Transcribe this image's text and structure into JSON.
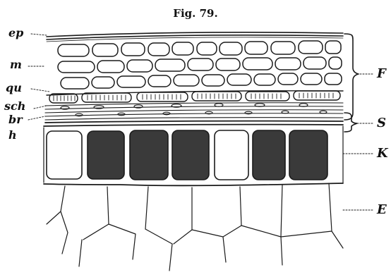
{
  "figure": {
    "title": "Fig. 79.",
    "left_labels": [
      "ep",
      "m",
      "qu",
      "sch",
      "br",
      "h"
    ],
    "right_labels": [
      "F",
      "S",
      "K",
      "E"
    ]
  }
}
